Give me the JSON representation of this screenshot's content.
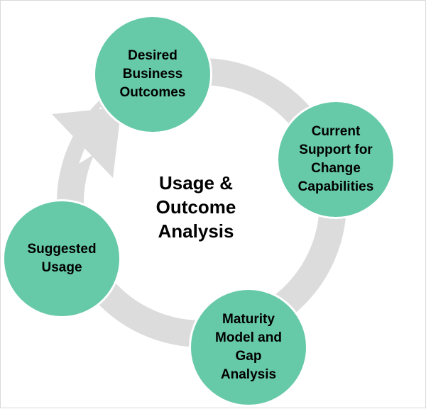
{
  "diagram": {
    "center_title": "Usage &\nOutcome\nAnalysis",
    "nodes": [
      {
        "label": "Desired\nBusiness\nOutcomes"
      },
      {
        "label": "Current\nSupport for\nChange\nCapabilities"
      },
      {
        "label": "Maturity\nModel and\nGap\nAnalysis"
      },
      {
        "label": "Suggested\nUsage"
      }
    ]
  },
  "colors": {
    "node_fill": "#66c9a7",
    "node_stroke": "#ffffff",
    "arrow_fill": "#dcdcdc",
    "text": "#000000"
  },
  "icons": {
    "cycle_arrow": "circular-arrow-icon"
  }
}
